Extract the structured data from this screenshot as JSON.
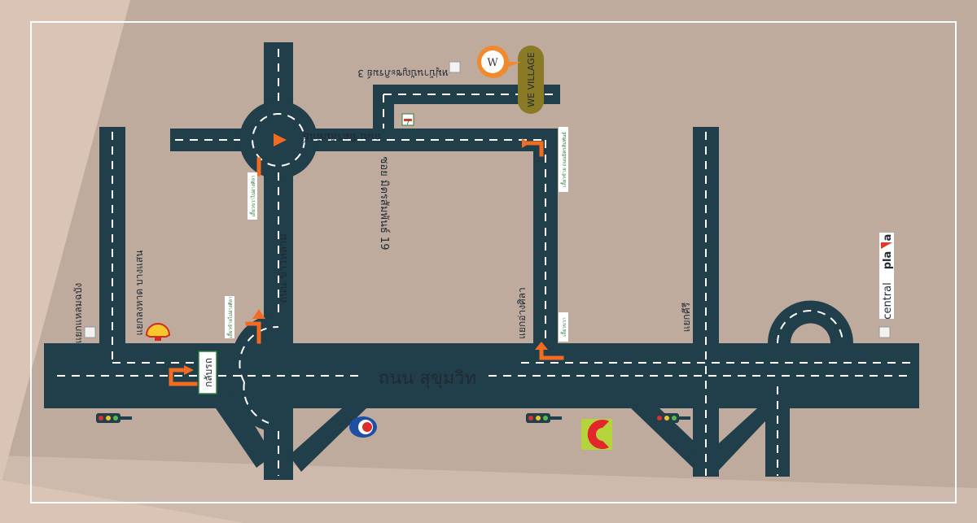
{
  "colors": {
    "background_outer": "#d9c4b6",
    "background_inner": "#bfab9e",
    "frame": "#ffffff",
    "road": "#213f4a",
    "road_marking": "#ffffff",
    "arrow": "#f26b21",
    "pin": "#f08a2d",
    "badge": "#8a7a26"
  },
  "roads": {
    "main": "ถนน สุขุมวิท",
    "vertical_left": "ถนน ข้าวหลาม",
    "top_horizontal": "ถนน มิตรสัมพันธ์",
    "soi": "ซอย มิตรสัมพันธ์ 19"
  },
  "intersections": {
    "laem_chabang": "แยกแหลมฉบัง",
    "bang_saen": "แยกลงหาด บางแสน",
    "ang_sila": "แยกอ่างศิลา",
    "khiri": "แยกคีรี"
  },
  "place_labels": {
    "village": "หมู่บ้านบัญชะภิรมย์ 3",
    "we_village": "WE VILLAGE",
    "central_plaza_a": "central",
    "central_plaza_b": "pla",
    "central_plaza_c": "a"
  },
  "signs": {
    "u_turn": "กลับรถ",
    "turn_left_sila": "เลี้ยวซ้ายไปอ่างศิลา",
    "turn_right_sila": "เลี้ยวขวาไปอ่างศิลา",
    "turn_left_mit": "เลี้ยวซ้าย ถนนมิตรสัมพันธ์",
    "turn_right": "เลี้ยวขวา"
  },
  "icons": [
    "shell-logo-icon",
    "ptt-logo-icon",
    "big-c-logo-icon",
    "seven-eleven-icon",
    "traffic-light-icon",
    "we-village-pin-icon",
    "landmark-square-icon"
  ]
}
